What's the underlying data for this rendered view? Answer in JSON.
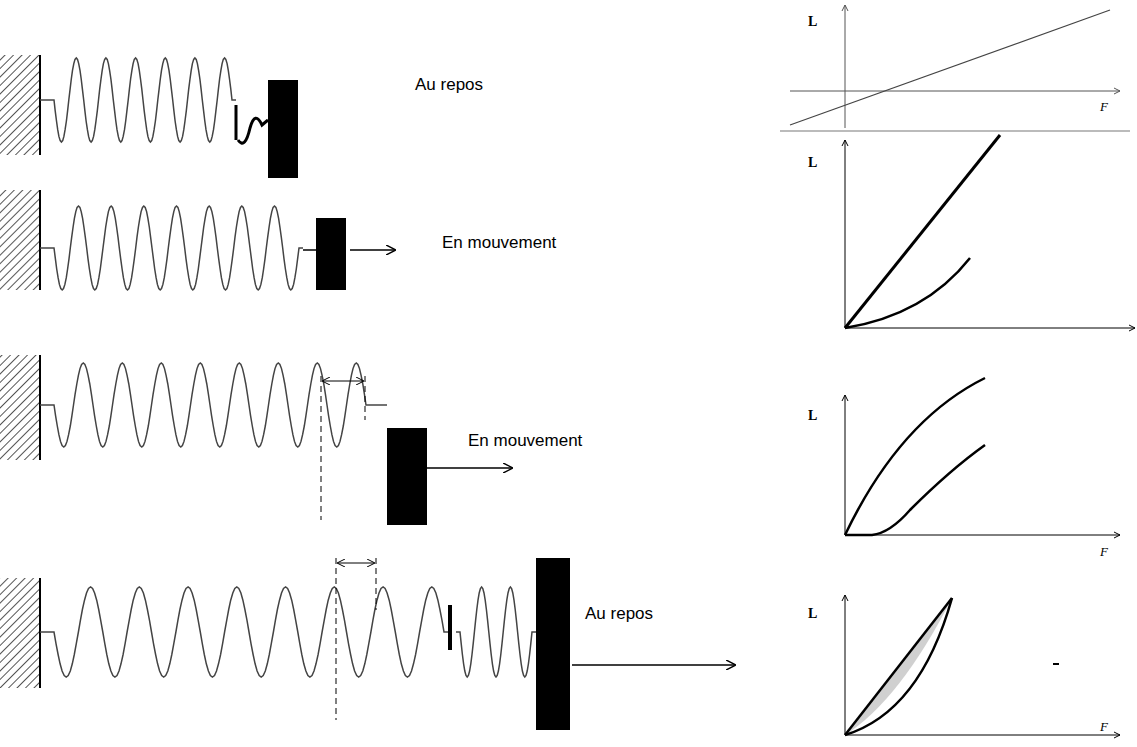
{
  "diagram": {
    "labels": [
      "Au repos",
      "En mouvement",
      "En mouvement",
      "Au repos",
      "L",
      "F",
      "L",
      "L",
      "F",
      "L",
      "F"
    ]
  }
}
